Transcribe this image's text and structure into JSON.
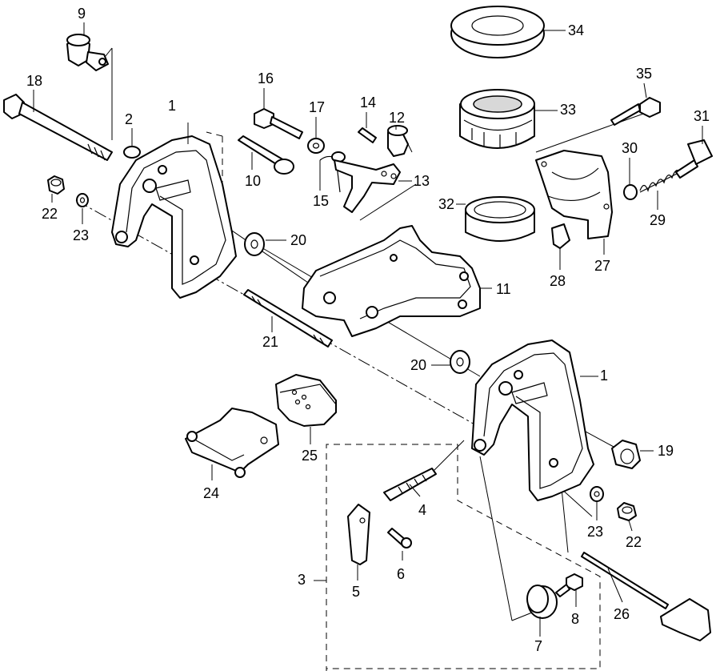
{
  "diagram": {
    "callouts": [
      "1",
      "2",
      "3",
      "4",
      "5",
      "6",
      "7",
      "8",
      "9",
      "10",
      "11",
      "12",
      "13",
      "14",
      "15",
      "16",
      "17",
      "18",
      "19",
      "20",
      "21",
      "22",
      "23",
      "24",
      "25",
      "26",
      "27",
      "28",
      "29",
      "30",
      "31",
      "32",
      "33",
      "34",
      "35",
      "1",
      "20",
      "22",
      "23"
    ]
  }
}
